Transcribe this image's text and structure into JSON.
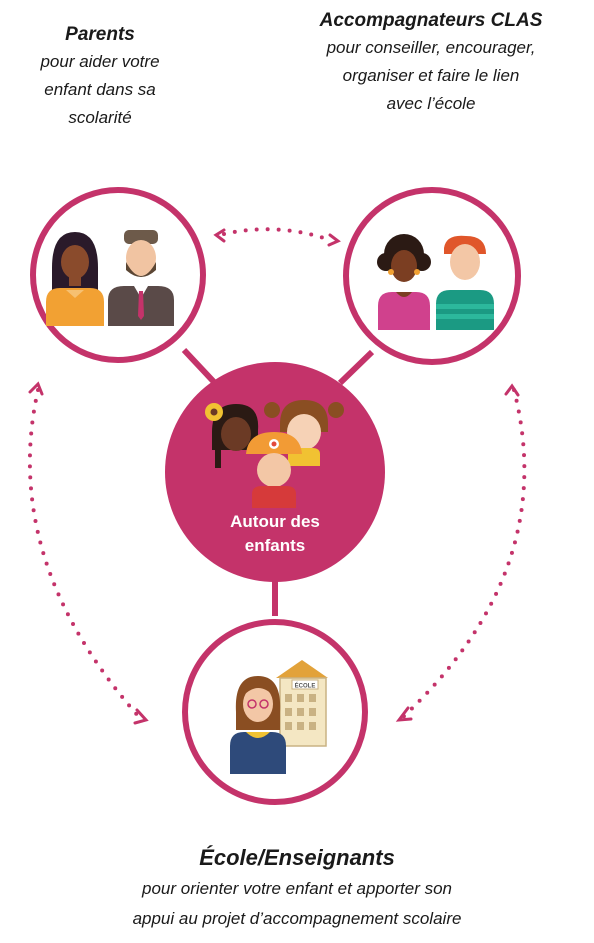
{
  "captions": {
    "parents": {
      "title": "Parents",
      "text": "pour aider votre\nenfant dans sa\nscolarité"
    },
    "accompagnateurs": {
      "title": "Accompagnateurs CLAS",
      "text": "pour conseiller, encourager,\norganiser et faire le lien\navec l’école"
    },
    "ecole": {
      "title": "École/Enseignants",
      "text": "pour orienter votre enfant et apporter son\nappui au projet d’accompagnement scolaire"
    }
  },
  "center": {
    "line1": "Autour des",
    "line2": "enfants"
  },
  "school_sign": "ÉCOLE",
  "colors": {
    "accent": "#c4336a",
    "accent_dark": "#a82a59",
    "skin_dark": "#6b3a25",
    "skin_light": "#f3c7a6"
  },
  "icons": [
    "parents-icon",
    "accompagnateurs-icon",
    "children-icon",
    "teacher-school-icon",
    "dotted-arrow-icon"
  ]
}
